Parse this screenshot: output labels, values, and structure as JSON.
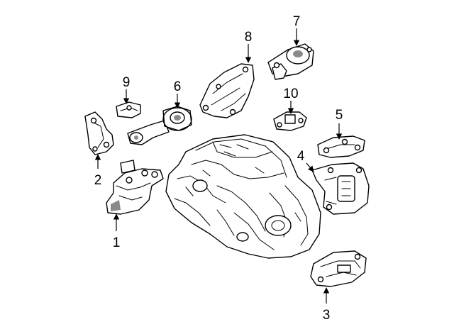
{
  "parts": [
    {
      "id": "mount-1",
      "callout": "1"
    },
    {
      "id": "bracket-2",
      "callout": "2"
    },
    {
      "id": "mount-3",
      "callout": "3"
    },
    {
      "id": "mount-4",
      "callout": "4"
    },
    {
      "id": "bracket-5",
      "callout": "5"
    },
    {
      "id": "torque-rod-6",
      "callout": "6"
    },
    {
      "id": "mount-7",
      "callout": "7"
    },
    {
      "id": "bracket-8",
      "callout": "8"
    },
    {
      "id": "bracket-9",
      "callout": "9"
    },
    {
      "id": "bracket-10",
      "callout": "10"
    }
  ],
  "colors": {
    "line": "#000000",
    "background": "#ffffff"
  }
}
